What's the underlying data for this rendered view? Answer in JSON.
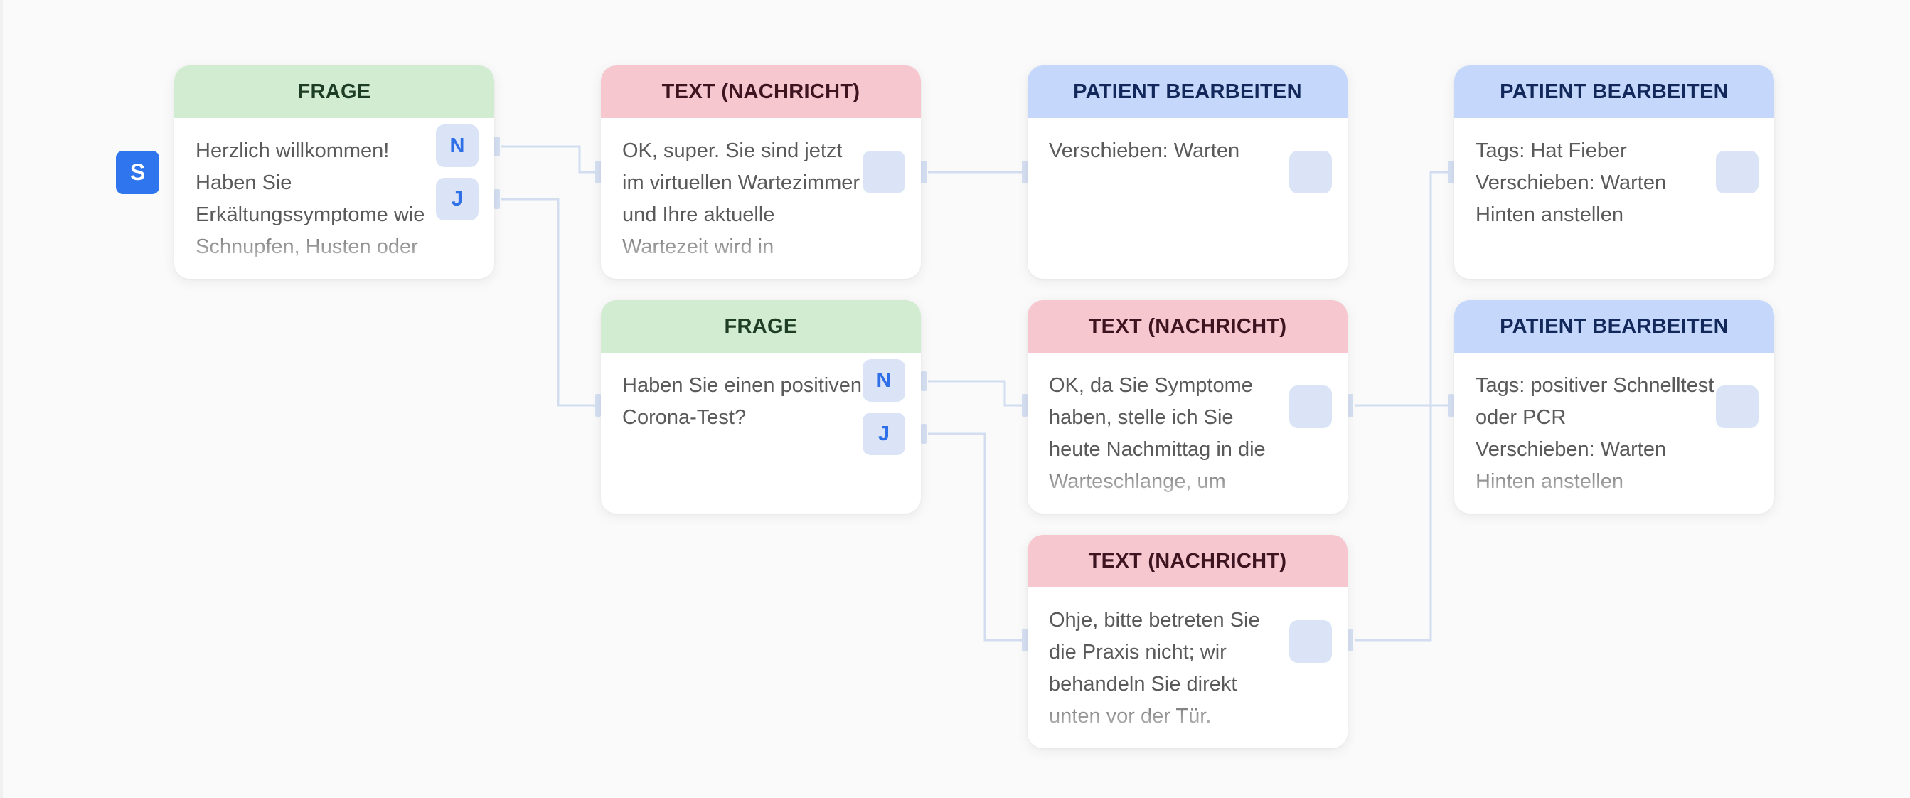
{
  "start": {
    "label": "S"
  },
  "nodes": {
    "n1": {
      "type": "FRAGE",
      "text": "Herzlich willkommen! Haben Sie Erkältungssymptome wie Schnupfen, Husten oder",
      "ports": [
        "N",
        "J"
      ]
    },
    "n2": {
      "type": "TEXT (NACHRICHT)",
      "text": "OK, super. Sie sind jetzt im virtuellen Wartezimmer und Ihre aktuelle Wartezeit wird in"
    },
    "n3": {
      "type": "PATIENT BEARBEITEN",
      "text": "Verschieben: Warten"
    },
    "n4": {
      "type": "PATIENT BEARBEITEN",
      "lines": [
        "Tags: Hat Fieber",
        "Verschieben: Warten",
        "Hinten anstellen"
      ]
    },
    "n5": {
      "type": "FRAGE",
      "text": "Haben Sie einen positiven Corona-Test?",
      "ports": [
        "N",
        "J"
      ]
    },
    "n6": {
      "type": "TEXT (NACHRICHT)",
      "text": "OK, da Sie Symptome haben, stelle ich Sie heute Nachmittag in die Warteschlange, um"
    },
    "n7": {
      "type": "PATIENT BEARBEITEN",
      "lines": [
        "Tags: positiver Schnelltest oder PCR",
        "Verschieben: Warten",
        "Hinten anstellen"
      ]
    },
    "n8": {
      "type": "TEXT (NACHRICHT)",
      "text": "Ohje, bitte betreten Sie die Praxis nicht; wir behandeln Sie direkt unten vor der Tür."
    }
  },
  "colors": {
    "frage_header": "#d2ecd2",
    "text_header": "#f6c7cf",
    "patient_header": "#c5d8fb",
    "port": "#dbe4f6",
    "port_label": "#2f6fe8",
    "start_badge": "#2f76ee",
    "connector": "#d3ddf0"
  }
}
